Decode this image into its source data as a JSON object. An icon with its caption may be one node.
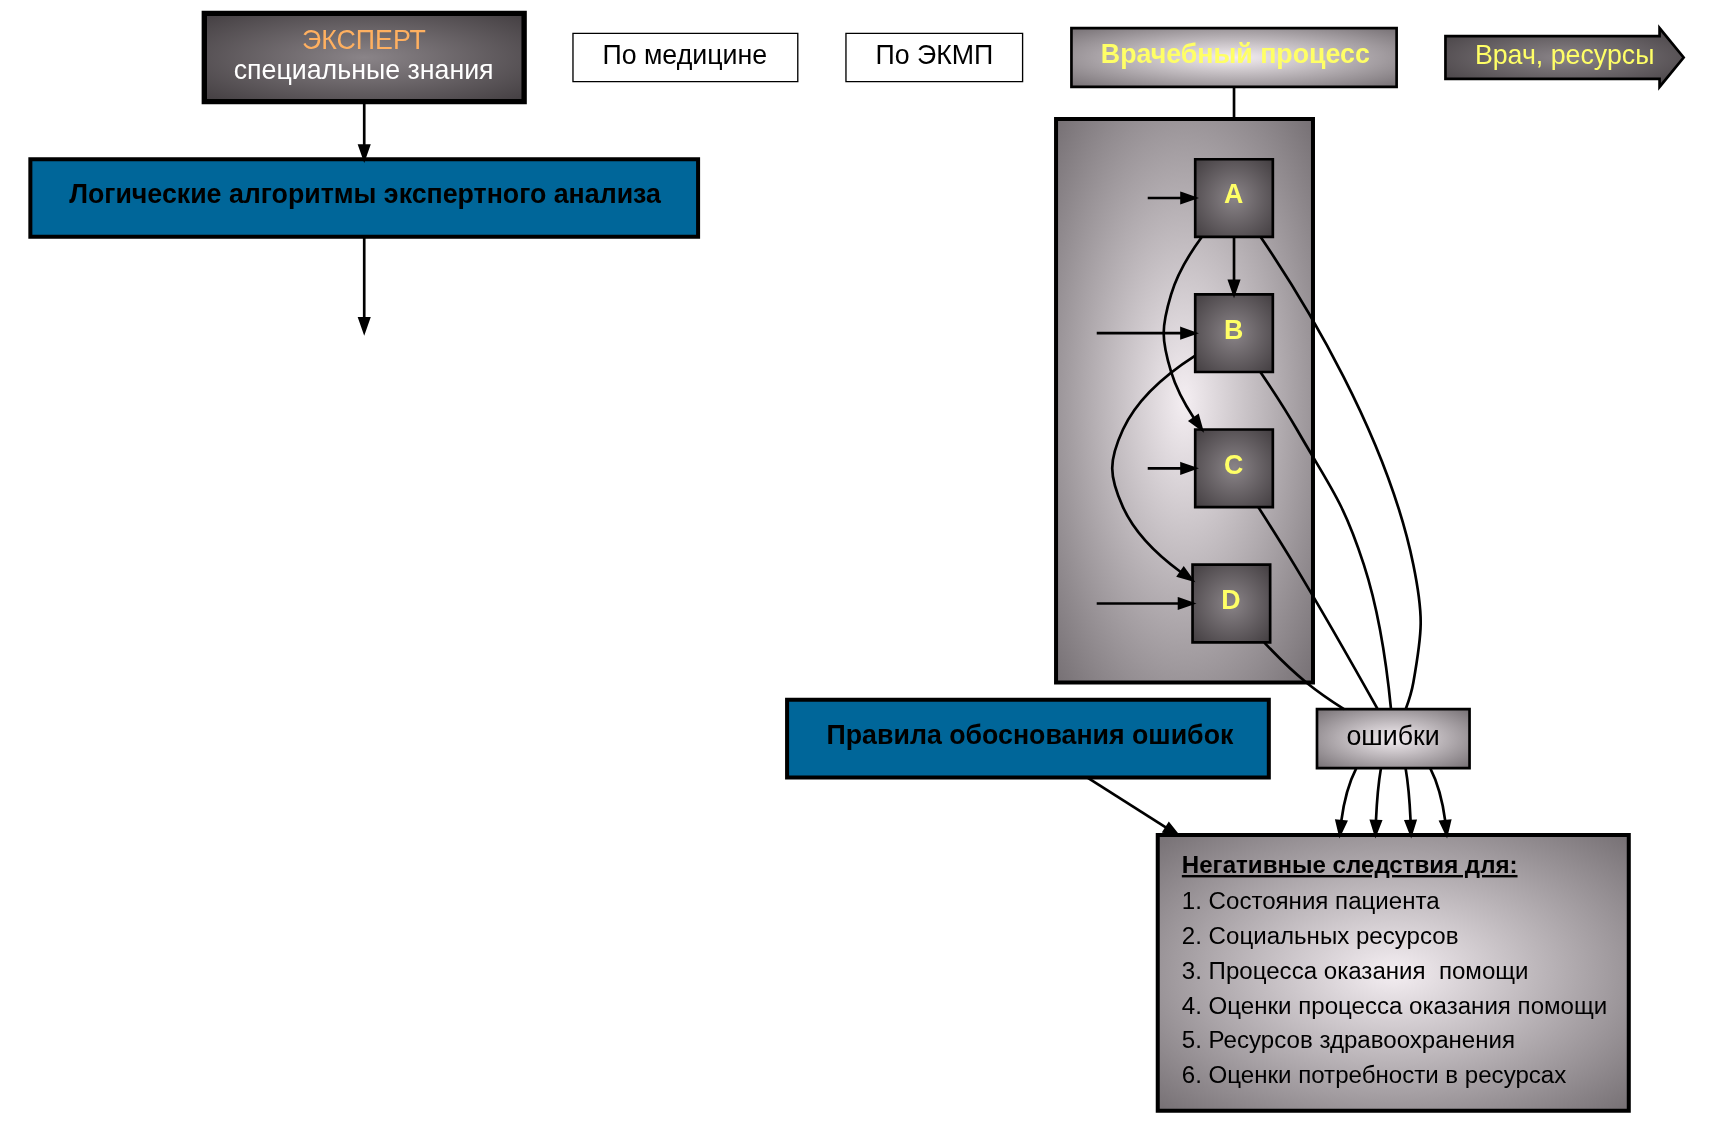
{
  "diagram": {
    "nodes": [
      {
        "text": [
          "ЭКСПЕРТ",
          "специальные знания"
        ]
      },
      {
        "text": [
          "По медицине"
        ]
      },
      {
        "text": [
          "По ЭКМП"
        ]
      },
      {
        "text": [
          "Логические алгоритмы экспертного анализа"
        ]
      },
      {
        "text": [
          "Правила обоснования ошибок"
        ]
      },
      {
        "text": [
          "Врачебный процесс"
        ]
      },
      {
        "text": [],
        "shape": "box"
      },
      {
        "text": [
          "A"
        ],
        "in": 6
      },
      {
        "text": [
          "B"
        ],
        "in": 6
      },
      {
        "text": [
          "C"
        ],
        "in": 6
      },
      {
        "text": [
          "D"
        ],
        "in": 6
      },
      {
        "text": [
          "Врач, ресурсы"
        ]
      },
      {
        "text": [
          "ошибки"
        ]
      },
      {
        "text": [
          "Негативные следствия для:",
          "1. Состояния пациента",
          "2. Социальных ресурсов",
          "3. Процесса оказания  помощи",
          "4. Оценки процесса оказания помощи",
          "5. Ресурсов здравоохранения",
          "6. Оценки потребности в ресурсах"
        ]
      }
    ],
    "edges": [
      {
        "from": 0,
        "to": 3,
        "arrow": "to"
      },
      {
        "from": 3,
        "to": null,
        "arrow": "to"
      },
      {
        "from": 4,
        "to": 13,
        "arrow": "to"
      },
      {
        "from": 5,
        "to": 6,
        "arrow": "none"
      },
      {
        "from": null,
        "to": 7,
        "arrow": "to"
      },
      {
        "from": null,
        "to": 8,
        "arrow": "to"
      },
      {
        "from": null,
        "to": 9,
        "arrow": "to"
      },
      {
        "from": null,
        "to": 10,
        "arrow": "to"
      },
      {
        "from": 7,
        "to": 8,
        "arrow": "to"
      },
      {
        "from": 7,
        "to": 9,
        "arrow": "to"
      },
      {
        "from": 8,
        "to": 10,
        "arrow": "to"
      },
      {
        "from": 7,
        "to": 12,
        "arrow": "none"
      },
      {
        "from": 8,
        "to": 12,
        "arrow": "none"
      },
      {
        "from": 9,
        "to": 12,
        "arrow": "none"
      },
      {
        "from": 10,
        "to": 12,
        "arrow": "none"
      },
      {
        "from": 12,
        "to": 13,
        "arrow": "to"
      },
      {
        "from": 12,
        "to": 13,
        "arrow": "to"
      },
      {
        "from": 12,
        "to": 13,
        "arrow": "to"
      },
      {
        "from": 12,
        "to": 13,
        "arrow": "to"
      }
    ]
  }
}
